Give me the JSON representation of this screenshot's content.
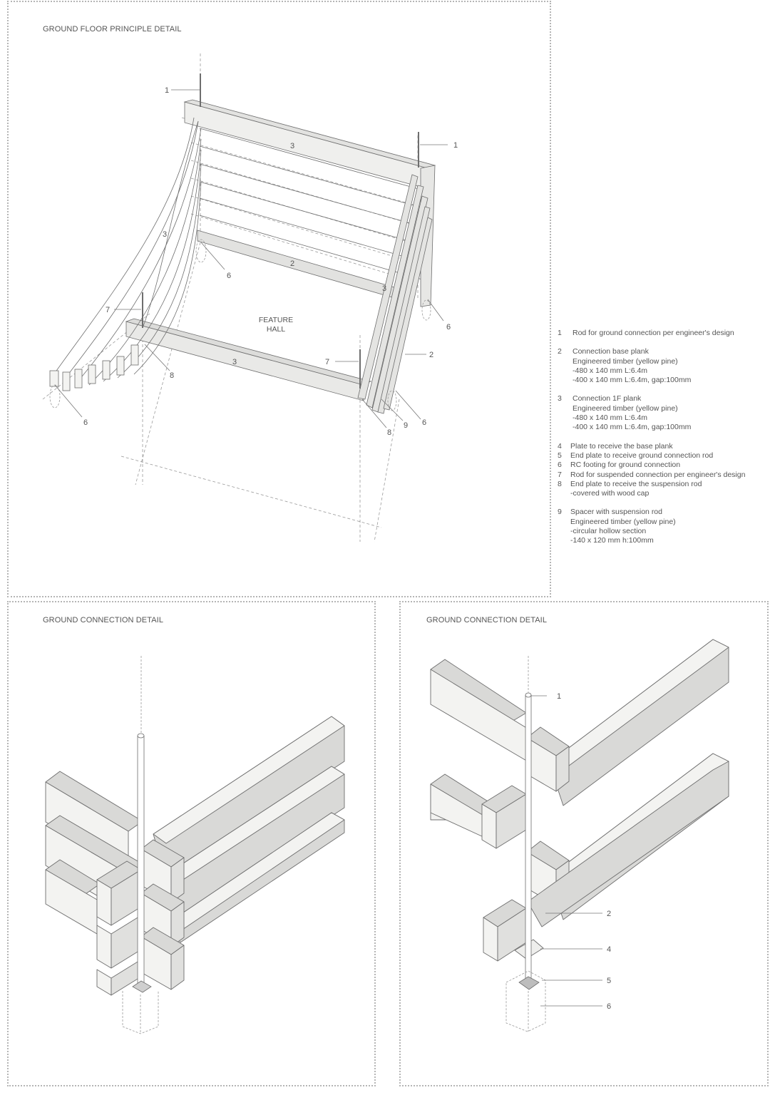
{
  "panels": {
    "main": {
      "title": "GROUND FLOOR PRINCIPLE DETAIL",
      "center_label_line1": "FEATURE",
      "center_label_line2": "HALL"
    },
    "bottom_left": {
      "title": "GROUND CONNECTION DETAIL"
    },
    "bottom_right": {
      "title": "GROUND CONNECTION DETAIL"
    }
  },
  "main_callouts": {
    "c1a": "1",
    "c1b": "1",
    "c2a": "2",
    "c2b": "2",
    "c3a": "3",
    "c3b": "3",
    "c3c": "3",
    "c6a": "6",
    "c6b": "6",
    "c6c": "6",
    "c6d": "6",
    "c7a": "7",
    "c7b": "7",
    "c8a": "8",
    "c8b": "8",
    "c9": "9"
  },
  "detail_callouts": {
    "c1": "1",
    "c2": "2",
    "c4": "4",
    "c5": "5",
    "c6": "6"
  },
  "legend": [
    {
      "num": "1",
      "lines": [
        "Rod for ground connection per engineer's design"
      ]
    },
    {
      "num": "2",
      "lines": [
        "Connection base plank",
        "Engineered timber (yellow pine)",
        "-480 x 140 mm L:6.4m",
        "-400 x 140 mm L:6.4m, gap:100mm"
      ]
    },
    {
      "num": "3",
      "lines": [
        "Connection 1F plank",
        "Engineered timber (yellow pine)",
        "-480 x 140 mm L:6.4m",
        "-400 x 140 mm L:6.4m, gap:100mm"
      ]
    },
    {
      "num": "4",
      "lines": [
        "Plate to receive the base plank"
      ]
    },
    {
      "num": "5",
      "lines": [
        "End plate to receive ground connection rod"
      ]
    },
    {
      "num": "6",
      "lines": [
        "RC footing for ground connection"
      ]
    },
    {
      "num": "7",
      "lines": [
        "Rod for suspended connection per engineer's design"
      ]
    },
    {
      "num": "8",
      "lines": [
        "End plate to receive the suspension rod",
        " -covered with wood cap"
      ]
    },
    {
      "num": "9",
      "lines": [
        "Spacer with suspension rod",
        "Engineered timber (yellow pine)",
        "-circular hollow section",
        "-140 x 120 mm h:100mm"
      ]
    }
  ],
  "colors": {
    "line": "#6e6e6e",
    "face_light": "#f3f3f1",
    "face_mid": "#e7e7e5",
    "face_dark": "#d6d6d4",
    "dashed": "#9a9a9a",
    "frame": "#b5b5b5"
  }
}
